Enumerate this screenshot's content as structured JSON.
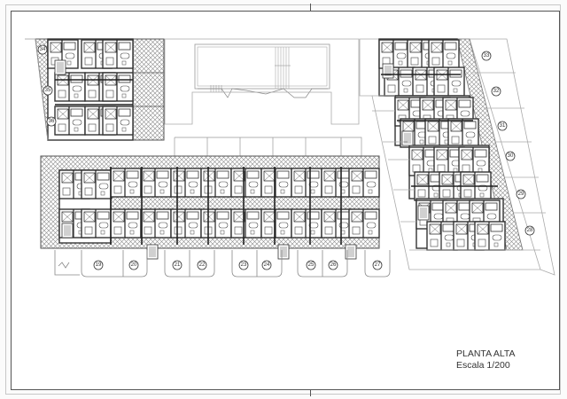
{
  "drawing": {
    "title": "PLANTA ALTA",
    "scale": "Escala 1/200",
    "colors": {
      "wall": "#333333",
      "hatch": "#8a8a8a",
      "thin_line": "#9a9a9a",
      "paper": "#ffffff"
    }
  },
  "units": {
    "left_block": [
      {
        "id": "34",
        "label": "34"
      },
      {
        "id": "35",
        "label": "35"
      },
      {
        "id": "36",
        "label": "36"
      }
    ],
    "bottom_row": [
      {
        "id": "19",
        "label": "19"
      },
      {
        "id": "20",
        "label": "20"
      },
      {
        "id": "21",
        "label": "21"
      },
      {
        "id": "22",
        "label": "22"
      },
      {
        "id": "23",
        "label": "23"
      },
      {
        "id": "24",
        "label": "24"
      },
      {
        "id": "25",
        "label": "25"
      },
      {
        "id": "26",
        "label": "26"
      },
      {
        "id": "27",
        "label": "27"
      }
    ],
    "right_column": [
      {
        "id": "33",
        "label": "33"
      },
      {
        "id": "32",
        "label": "32"
      },
      {
        "id": "31",
        "label": "31"
      },
      {
        "id": "30",
        "label": "30"
      },
      {
        "id": "29",
        "label": "29"
      },
      {
        "id": "28",
        "label": "28"
      }
    ]
  }
}
